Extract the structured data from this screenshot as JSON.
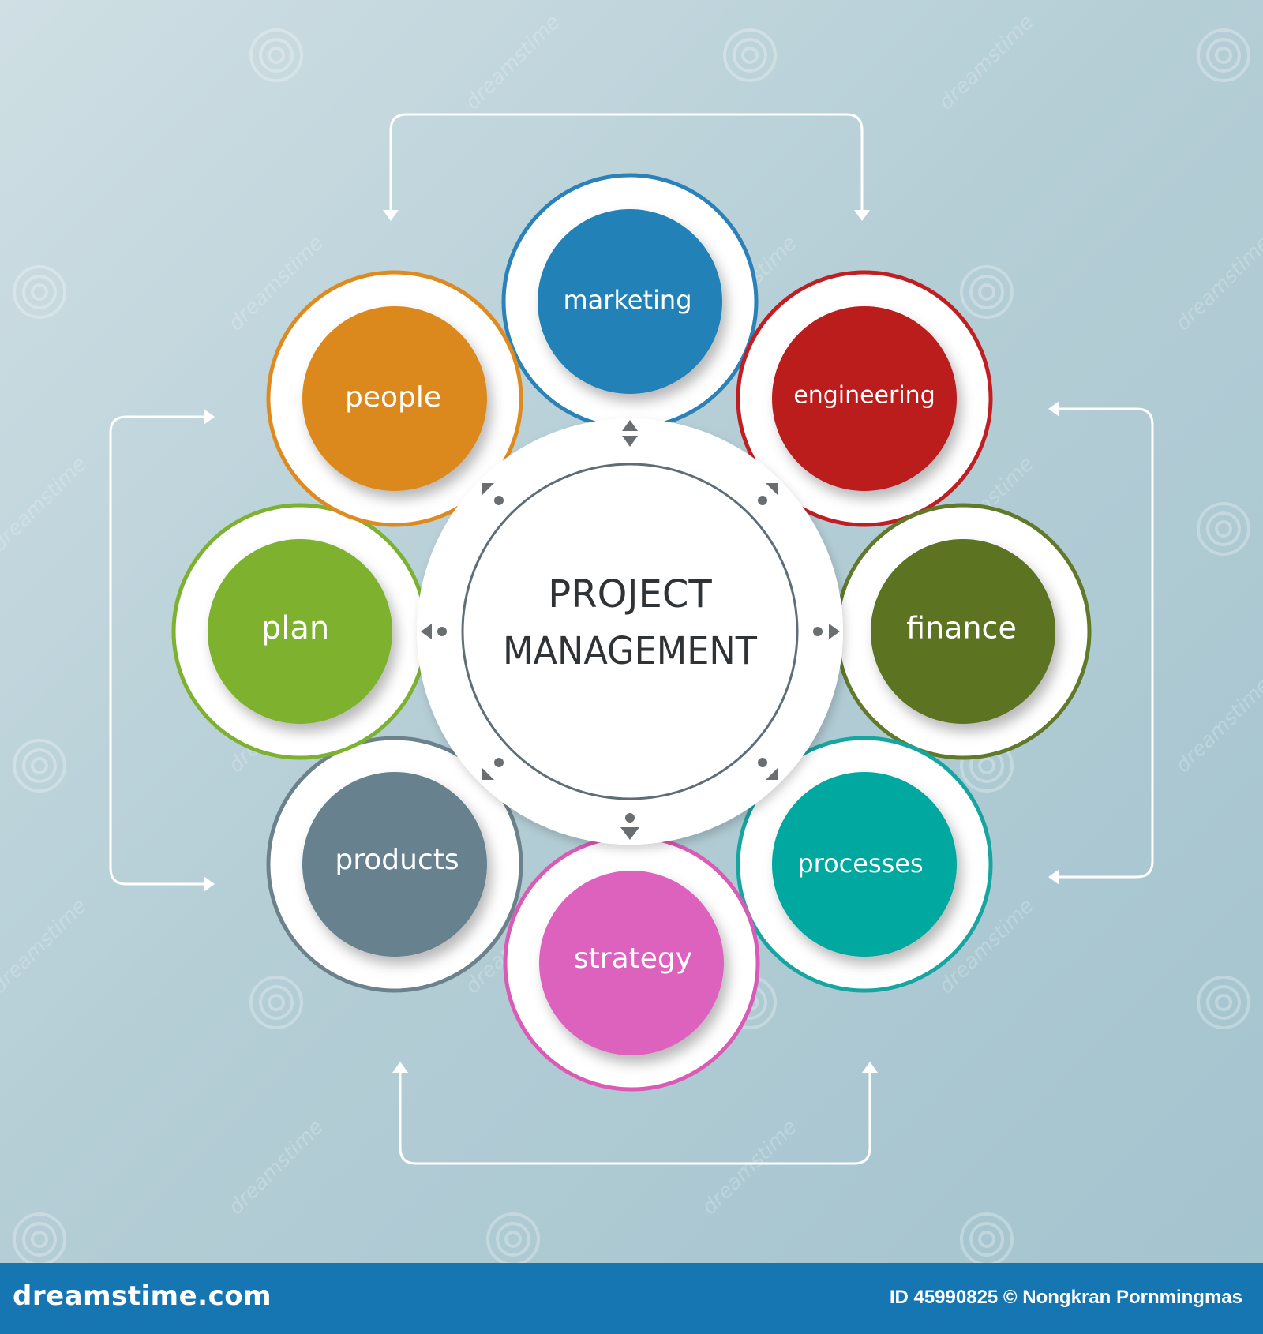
{
  "diagram": {
    "center": {
      "line1": "PROJECT",
      "line2": "MANAGEMENT"
    },
    "nodes": [
      {
        "id": "marketing",
        "label": "marketing",
        "ring": "#2a82b8",
        "fill": "#2381b6"
      },
      {
        "id": "engineering",
        "label": "engineering",
        "ring": "#c11e22",
        "fill": "#bb1d1d"
      },
      {
        "id": "finance",
        "label": "finance",
        "ring": "#617a2a",
        "fill": "#5b7324"
      },
      {
        "id": "processes",
        "label": "processes",
        "ring": "#15a6a1",
        "fill": "#06a8a0"
      },
      {
        "id": "strategy",
        "label": "strategy",
        "ring": "#db5ab5",
        "fill": "#dc62bd"
      },
      {
        "id": "products",
        "label": "products",
        "ring": "#6b828d",
        "fill": "#67818e"
      },
      {
        "id": "plan",
        "label": "plan",
        "ring": "#7cb230",
        "fill": "#7db12f"
      },
      {
        "id": "people",
        "label": "people",
        "ring": "#df8a1f",
        "fill": "#db881f"
      }
    ]
  },
  "footer": {
    "logo": "dreamstime.com",
    "credit": "ID 45990825 © Nongkran Pornmingmas"
  },
  "watermark": {
    "text": "dreamstime"
  }
}
